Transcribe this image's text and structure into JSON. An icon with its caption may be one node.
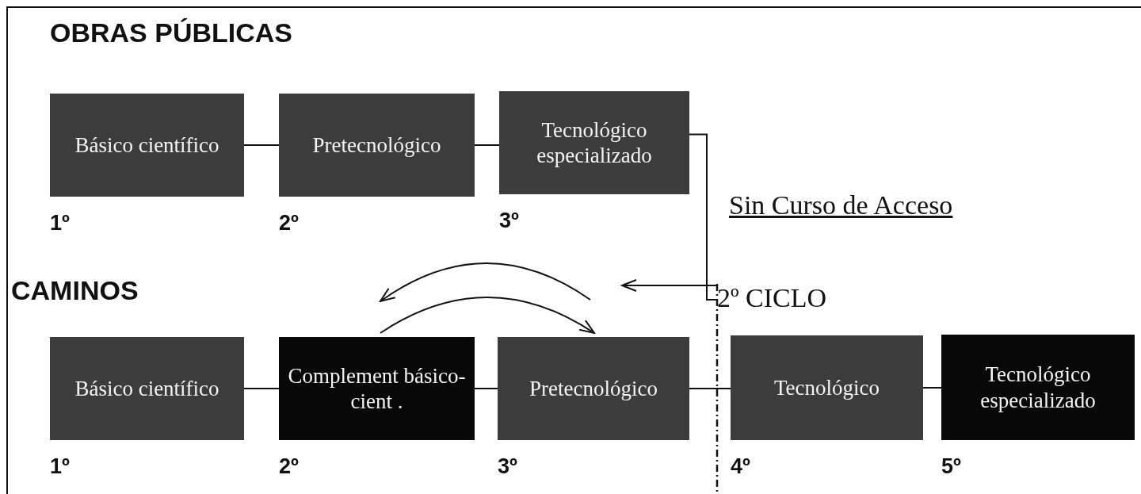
{
  "diagram": {
    "title": "OBRAS PÚBLICAS",
    "nodes": [
      {
        "text": [
          "Básico científico"
        ],
        "beside": [
          "1º"
        ]
      },
      {
        "text": [
          "Pretecnológico"
        ],
        "beside": [
          "2º"
        ]
      },
      {
        "text": [
          "Tecnológico especializado"
        ],
        "beside": [
          "3º"
        ]
      },
      {
        "text": [
          "2º CICLO"
        ]
      },
      {
        "text": [
          "Básico científico"
        ],
        "beside": [
          "1º"
        ]
      },
      {
        "text": [
          "Complement básico- cient ."
        ],
        "beside": [
          "2º"
        ]
      },
      {
        "text": [
          "Pretecnológico"
        ],
        "beside": [
          "3º"
        ]
      },
      {
        "text": [
          "Tecnológico"
        ],
        "beside": [
          "4º"
        ]
      },
      {
        "text": [
          "Tecnológico especializado"
        ],
        "beside": [
          "5º"
        ]
      }
    ],
    "edges": [
      {
        "from": 0,
        "to": 1,
        "arrow": "none"
      },
      {
        "from": 1,
        "to": 2,
        "arrow": "none"
      },
      {
        "from": 2,
        "to": 3,
        "arrow": "none"
      },
      {
        "from": 3,
        "to": null,
        "arrow": "to"
      },
      {
        "from": 6,
        "to": 5,
        "arrow": "to"
      },
      {
        "from": 5,
        "to": 6,
        "arrow": "to"
      },
      {
        "from": 4,
        "to": 5,
        "arrow": "none"
      },
      {
        "from": 5,
        "to": 6,
        "arrow": "none"
      },
      {
        "from": 6,
        "to": 7,
        "arrow": "none"
      },
      {
        "from": 7,
        "to": 8,
        "arrow": "none"
      }
    ],
    "labels": [
      "Sin Curso de Acceso",
      "CAMINOS"
    ]
  }
}
